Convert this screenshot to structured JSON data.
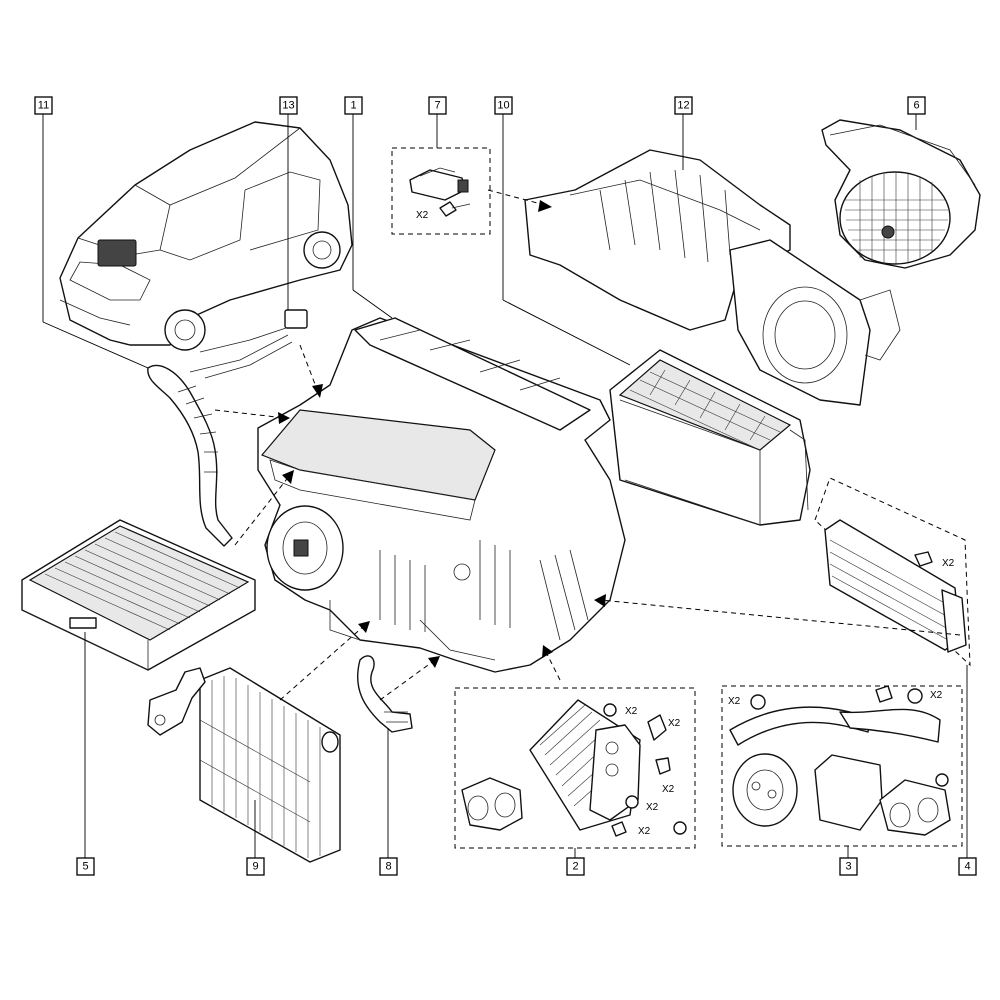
{
  "callouts": [
    {
      "id": "11",
      "label": "11"
    },
    {
      "id": "13",
      "label": "13"
    },
    {
      "id": "1",
      "label": "1"
    },
    {
      "id": "7",
      "label": "7"
    },
    {
      "id": "10",
      "label": "10"
    },
    {
      "id": "12",
      "label": "12"
    },
    {
      "id": "6",
      "label": "6"
    },
    {
      "id": "5",
      "label": "5"
    },
    {
      "id": "9",
      "label": "9"
    },
    {
      "id": "8",
      "label": "8"
    },
    {
      "id": "2",
      "label": "2"
    },
    {
      "id": "3",
      "label": "3"
    },
    {
      "id": "4",
      "label": "4"
    }
  ],
  "quantities": {
    "q7": "X2",
    "q4": "X2",
    "q2a": "X2",
    "q2b": "X2",
    "q2c": "X2",
    "q2d": "X2",
    "q2e": "X2",
    "q3a": "X2",
    "q3b": "X2"
  }
}
